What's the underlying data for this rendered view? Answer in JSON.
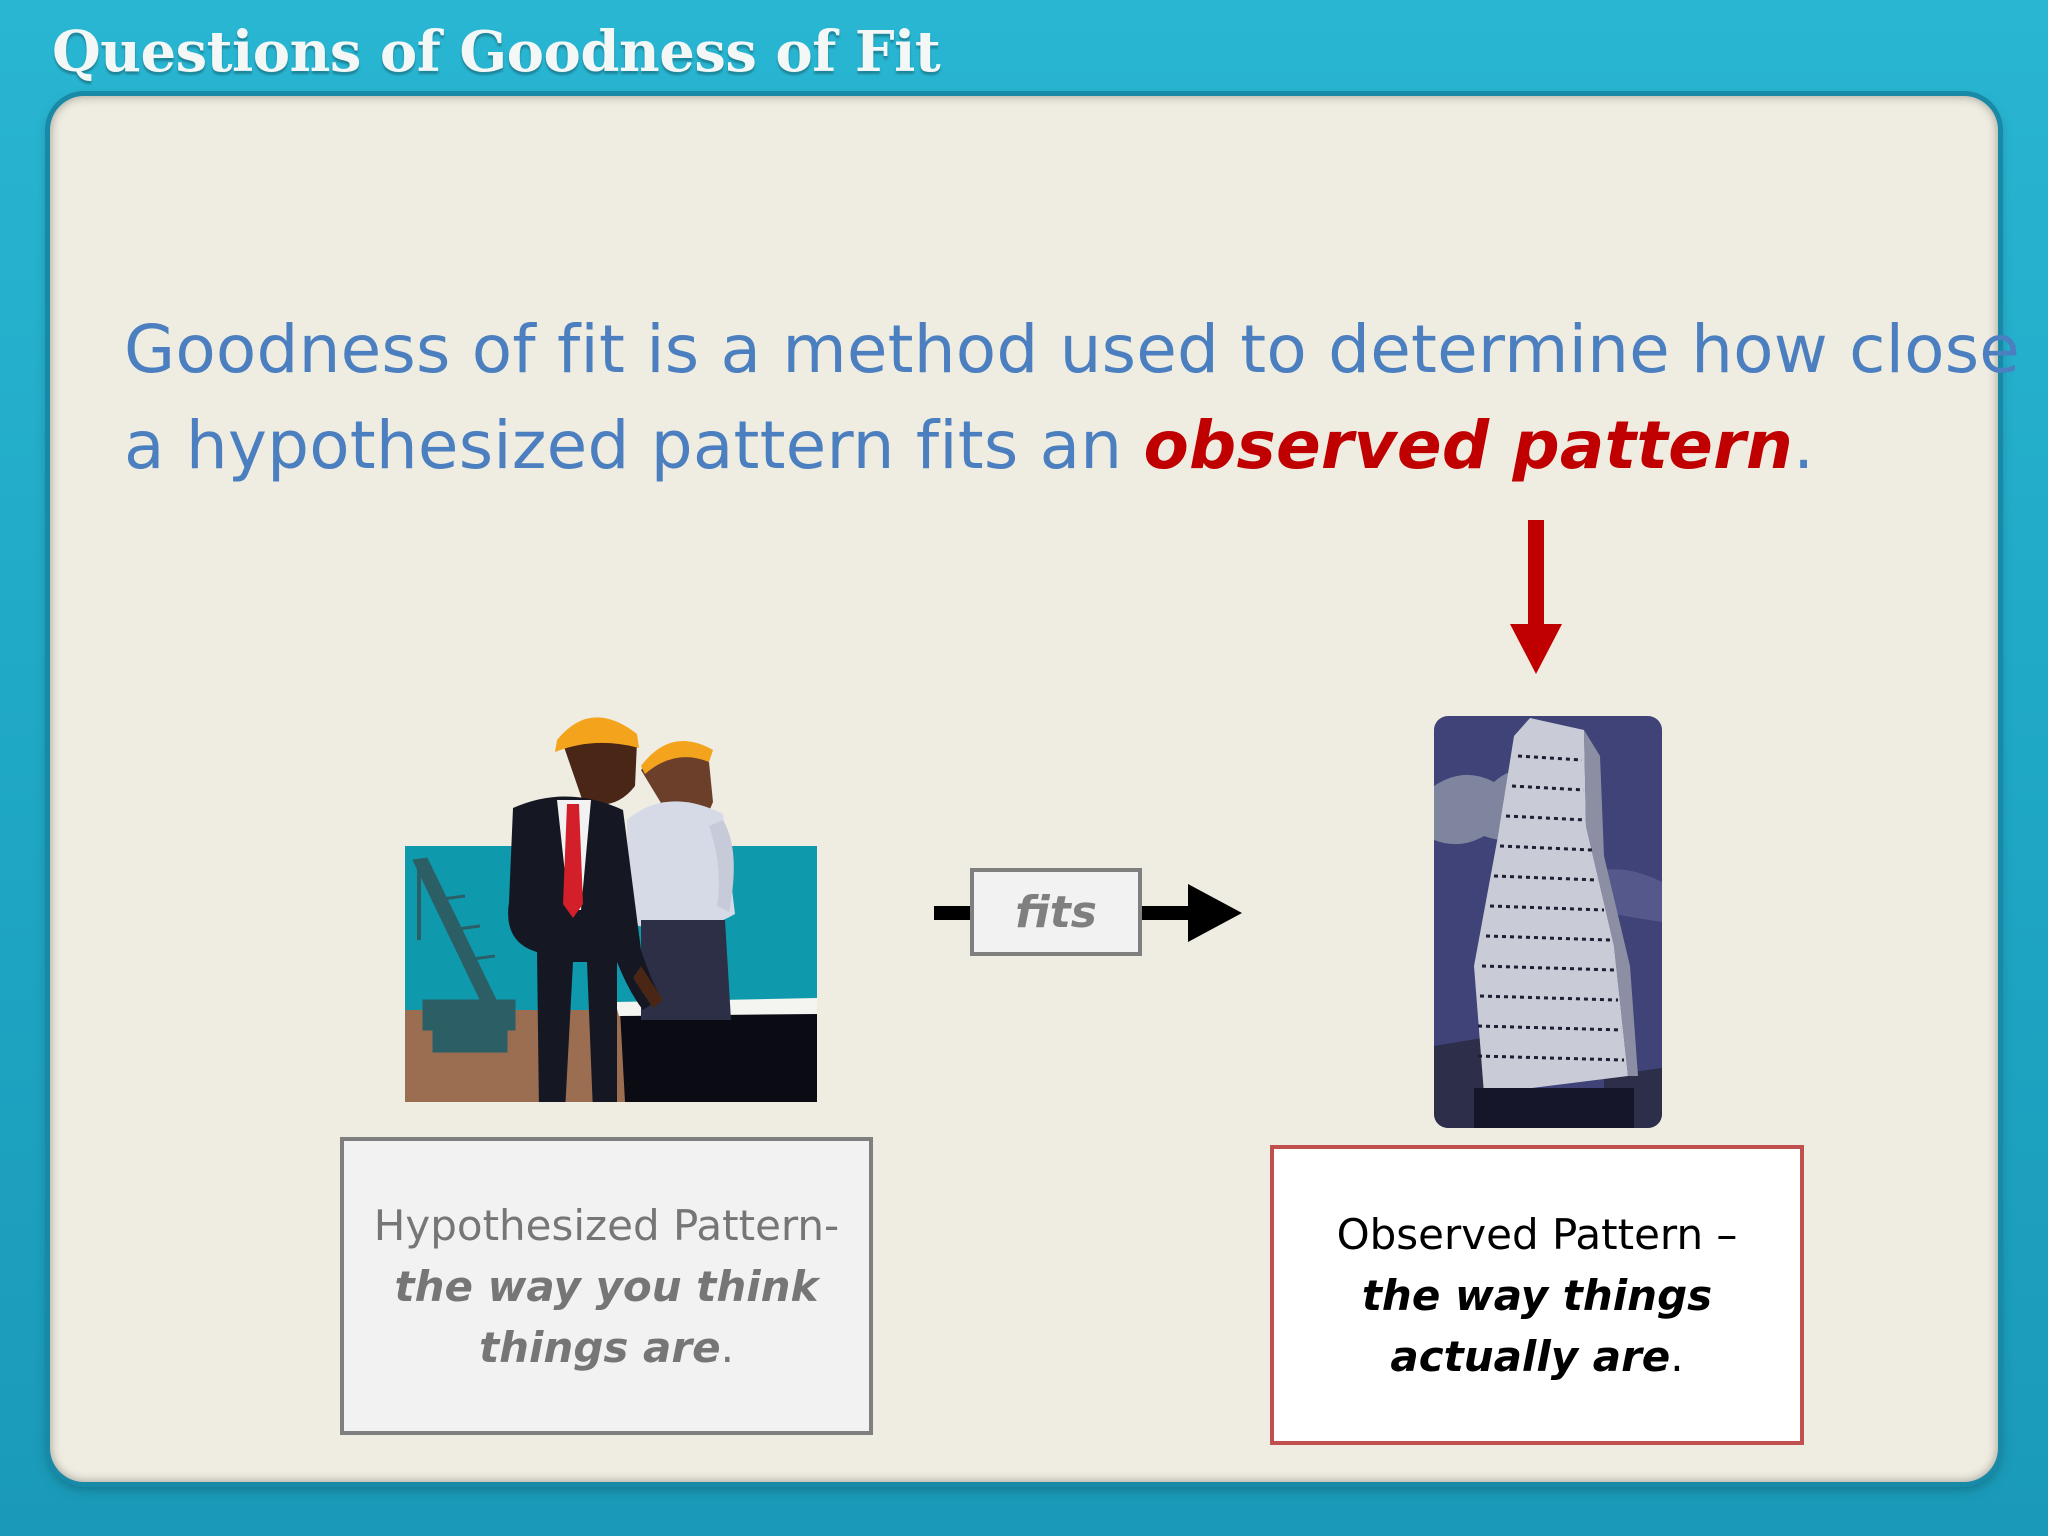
{
  "slide": {
    "title": "Questions of Goodness of Fit",
    "statement": {
      "line1": "Goodness of fit is a method used to determine how close",
      "line2_prefix": "a hypothesized pattern fits an ",
      "line2_emphasis": "observed pattern",
      "line2_suffix": "."
    },
    "connector": {
      "label": "fits"
    },
    "hypothesized": {
      "heading": "Hypothesized Pattern-",
      "emphasis_line1": "the way you think",
      "emphasis_line2": "things are",
      "suffix": "."
    },
    "observed": {
      "heading": "Observed Pattern –",
      "emphasis_line1": "the way things",
      "emphasis_line2": "actually are",
      "suffix": "."
    }
  },
  "colors": {
    "frame": "#22aecb",
    "panel": "#efece1",
    "statement_text": "#4b7fbf",
    "emphasis": "#c00000",
    "gray_box_border": "#7f7f7f",
    "red_box_border": "#c0504d"
  },
  "icons": {
    "down_arrow": "red-down-arrow-icon",
    "right_arrow": "black-right-arrow-icon"
  }
}
